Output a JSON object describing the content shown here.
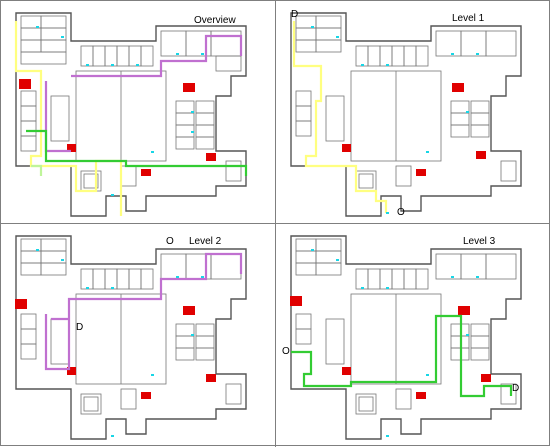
{
  "panels": [
    {
      "title": "Overview",
      "markers": []
    },
    {
      "title": "Level 1",
      "markers": [
        {
          "label": "D"
        },
        {
          "label": "O"
        }
      ]
    },
    {
      "title": "Level 2",
      "markers": [
        {
          "label": "O"
        },
        {
          "label": "D"
        }
      ]
    },
    {
      "title": "Level 3",
      "markers": [
        {
          "label": "O"
        },
        {
          "label": "D"
        }
      ]
    }
  ],
  "colors": {
    "wall": "#555555",
    "stairs": "#e00000",
    "door": "#18d6e6",
    "route_yellow": "#ffff80",
    "route_purple": "#c070d0",
    "route_green": "#33cc33"
  }
}
